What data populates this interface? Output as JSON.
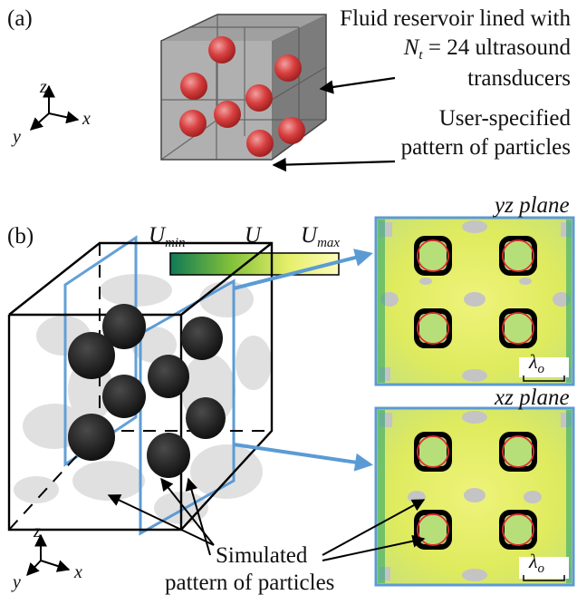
{
  "panel_a": {
    "tag": "(a)",
    "reservoir_label": [
      "Fluid reservoir lined with",
      "= 24 ultrasound",
      "transducers"
    ],
    "nt_symbol": "N",
    "nt_sub": "t",
    "pattern_label": [
      "User-specified",
      "pattern of particles"
    ],
    "axes": {
      "z": "z",
      "x": "x",
      "y": "y"
    }
  },
  "panel_b": {
    "tag": "(b)",
    "colorbar": {
      "min_symbol": "U",
      "min_sub": "min",
      "mid": "U",
      "max_symbol": "U",
      "max_sub": "max",
      "colors": [
        "#0f7a55",
        "#7fbf3a",
        "#e6ef6a",
        "#fdfbb8"
      ]
    },
    "yz_plane": {
      "title": "yz plane",
      "scale": "λ",
      "scale_sub": "o"
    },
    "xz_plane": {
      "title": "xz plane",
      "scale": "λ",
      "scale_sub": "o"
    },
    "simulated_label": [
      "Simulated",
      "pattern of particles"
    ],
    "axes": {
      "z": "z",
      "x": "x",
      "y": "y"
    }
  },
  "colors": {
    "accent_blue": "#5b9bd5",
    "particle_red": "#d94040",
    "trap_red": "#e0322e"
  }
}
